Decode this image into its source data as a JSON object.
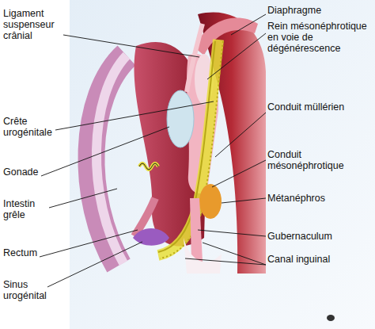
{
  "diagram": {
    "labels": [
      "Ligament suspenseur crânial",
      "Crête urogénitale",
      "Gonade",
      "Intestin grêle",
      "Rectum",
      "Sinus urogénital",
      "Diaphragme",
      "Rein mésonéphrotique en voie de dégénérescence",
      "Conduit müllérien",
      "Conduit mésonéphrotique",
      "Métanéphros",
      "Gubernaculum",
      "Canal inguinal"
    ]
  }
}
